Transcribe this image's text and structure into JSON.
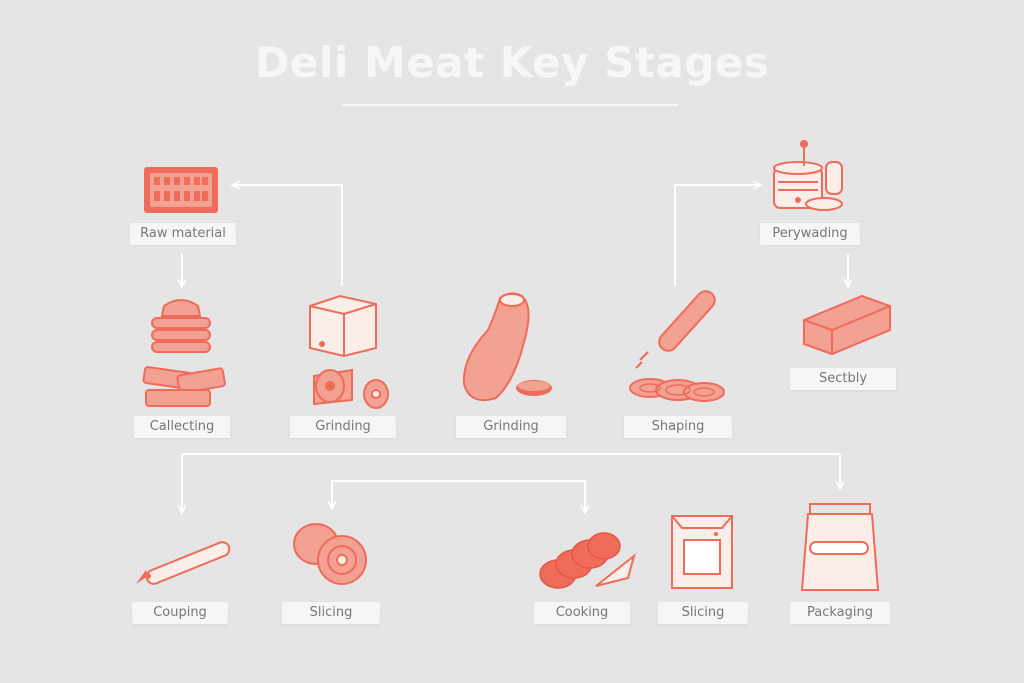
{
  "title": "Deli Meat Key Stages",
  "colors": {
    "background": "#e4e5e4",
    "accent": "#ef6b5a",
    "accent_fill": "#f3a193",
    "line": "#ffffff",
    "label_bg": "#f6f6f6",
    "label_text": "#777777"
  },
  "stages": [
    {
      "label": "Raw material",
      "icon": "raw-material-box-icon"
    },
    {
      "label": "Perywading",
      "icon": "containers-icon"
    },
    {
      "label": "Callecting",
      "icon": "stacked-meat-icon"
    },
    {
      "label": "Grinding",
      "icon": "meat-block-icon"
    },
    {
      "label": "Grinding",
      "icon": "sausage-casing-icon"
    },
    {
      "label": "Shaping",
      "icon": "salami-slices-icon"
    },
    {
      "label": "Sectbly",
      "icon": "meat-brick-icon"
    },
    {
      "label": "Couping",
      "icon": "pen-stick-icon"
    },
    {
      "label": "Slicing",
      "icon": "sliced-rounds-icon"
    },
    {
      "label": "Cooking",
      "icon": "cooked-slices-icon"
    },
    {
      "label": "Slicing",
      "icon": "package-box-icon"
    },
    {
      "label": "Packaging",
      "icon": "packaging-bag-icon"
    }
  ]
}
